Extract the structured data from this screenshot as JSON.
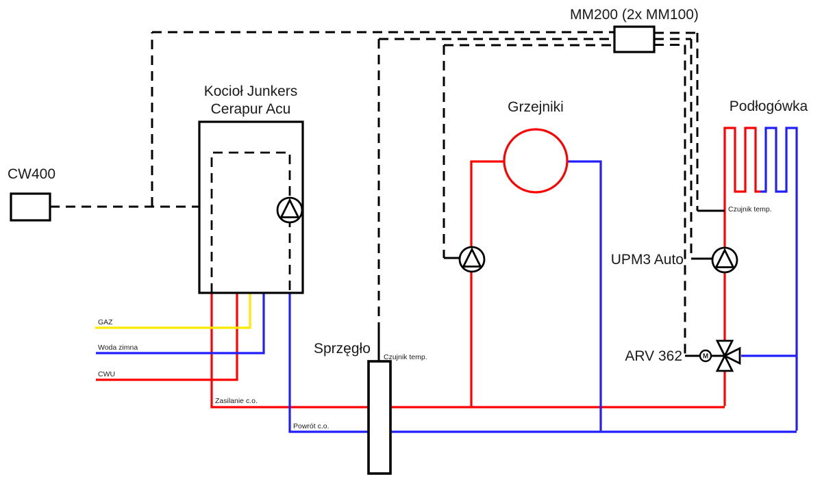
{
  "diagram": {
    "controller": {
      "label": "CW400"
    },
    "boiler": {
      "label_line1": "Kocioł Junkers",
      "label_line2": "Cerapur Acu"
    },
    "module": {
      "label": "MM200 (2x MM100)"
    },
    "radiators": {
      "label": "Grzejniki"
    },
    "floor_heating": {
      "label": "Podłogówka",
      "sensor_label": "Czujnik temp."
    },
    "separator": {
      "label": "Sprzęgło",
      "sensor_label": "Czujnik temp."
    },
    "floor_pump": {
      "label": "UPM3 Auto"
    },
    "mixing_valve": {
      "label": "ARV 362",
      "motor_label": "M"
    },
    "pipes": {
      "gas_label": "GAZ",
      "cold_water_label": "Woda zimna",
      "dhw_label": "CWU",
      "ch_supply_label": "Zasilanie c.o.",
      "ch_return_label": "Powrót c.o."
    }
  },
  "colors": {
    "supply": "#ff0000",
    "return": "#1f1fff",
    "gas": "#ffe800",
    "line": "#000000",
    "text": "#1a1a1a"
  }
}
